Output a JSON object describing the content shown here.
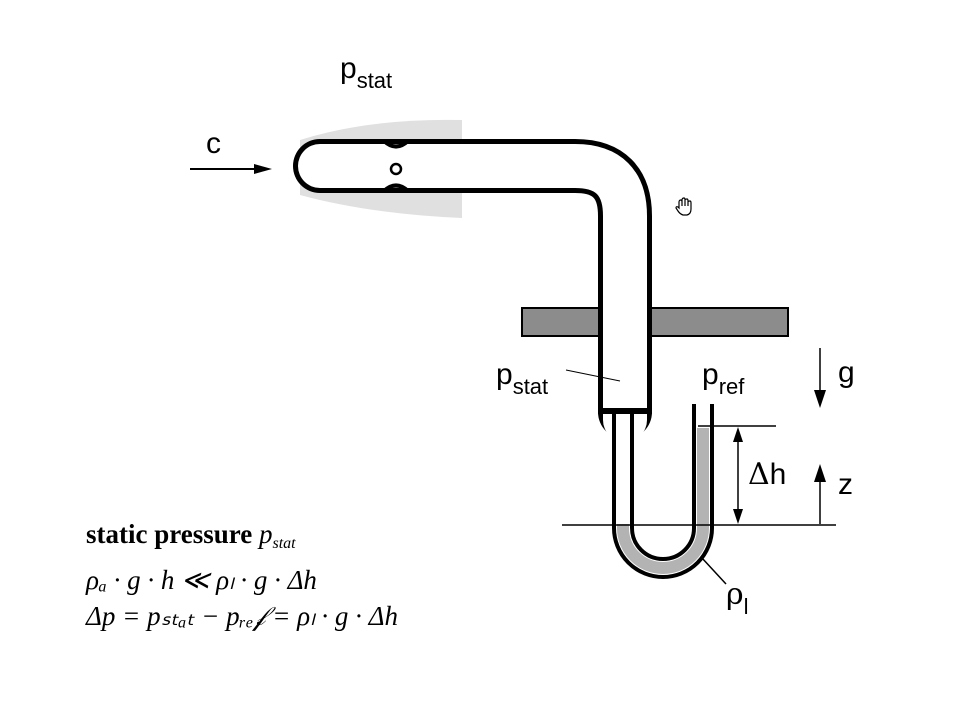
{
  "labels": {
    "flow_velocity": "c",
    "pstat_top_main": "p",
    "pstat_top_sub": "stat",
    "pstat_mid_main": "p",
    "pstat_mid_sub": "stat",
    "pref_main": "p",
    "pref_sub": "ref",
    "gravity": "g",
    "delta_sym": "Δ",
    "delta_h": "h",
    "z_axis": "z",
    "rho_main": "ρ",
    "rho_sub": "l"
  },
  "formulas": {
    "title_text": "static pressure",
    "title_var": "p",
    "title_var_sub": "stat",
    "eq1": "ρₐ · g · h ≪ ρₗ · g · Δh",
    "eq2": "Δp = pₛₜₐₜ − pᵣₑ𝒻 = ρₗ · g · Δh"
  },
  "colors": {
    "line": "#000000",
    "liquid": "#b3b3b3",
    "plate": "#8c8c8c",
    "probe_shade": "#e0e0e0"
  },
  "icons": {
    "cursor": "hand-cursor-icon"
  }
}
